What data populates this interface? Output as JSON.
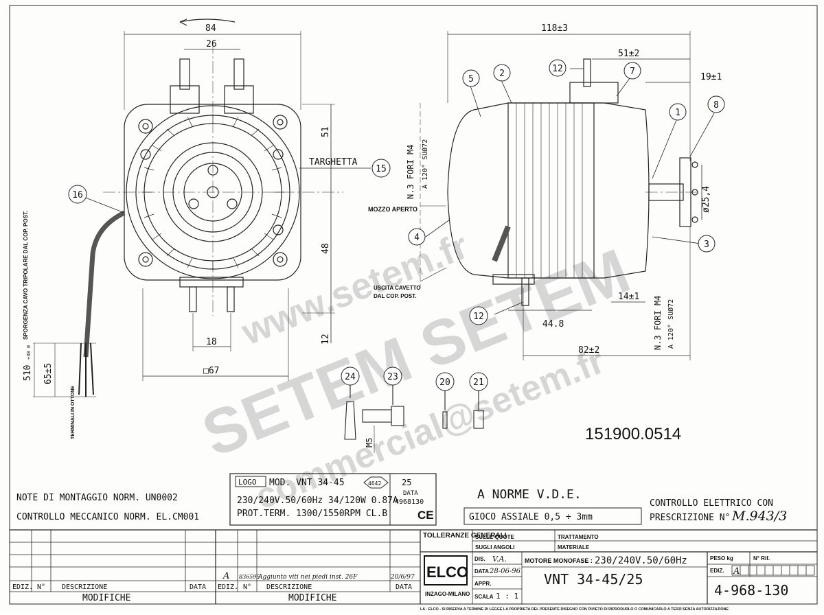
{
  "drawing_number": "151900.0514",
  "front_view": {
    "dim_width": "84",
    "dim_shaft_spacing": "26",
    "dim_upper": "51",
    "dim_lower": "48",
    "dim_foot": "12",
    "dim_foot_spacing": "18",
    "dim_square": "□67",
    "label_targhetta": "TARGHETTA",
    "cable_label": "SPORGENZA CAVO TRIPOLARE DAL COP. POST.",
    "dim_510": "510",
    "dim_510_tol": "+30 0",
    "dim_65": "65±5",
    "terminals_label": "TERMINALI IN OTTONE"
  },
  "side_view": {
    "dim_total": "118±3",
    "dim_51": "51±2",
    "dim_19": "19±1",
    "dim_25": "ø25,4",
    "dim_14": "14±1",
    "dim_44": "44.8",
    "dim_82": "82±2",
    "holes_top": "N.3 FORI M4",
    "holes_top_sub": "A 120° SUØ72",
    "holes_bottom": "N.3 FORI M4",
    "holes_bottom_sub": "A 120° SUØ72",
    "mozzo_label": "MOZZO APERTO",
    "uscita_label": "USCITA CAVETTO",
    "uscita_label2": "DAL COP. POST."
  },
  "balloons": {
    "b1": "1",
    "b2": "2",
    "b3": "3",
    "b4": "4",
    "b5": "5",
    "b7": "7",
    "b8": "8",
    "b12a": "12",
    "b12b": "12",
    "b15": "15",
    "b16": "16",
    "b20": "20",
    "b21": "21",
    "b23": "23",
    "b24": "24"
  },
  "parts": {
    "m5_label": "M5"
  },
  "notes": {
    "montaggio": "NOTE DI MONTAGGIO NORM. UN0002",
    "meccanico": "CONTROLLO MECCANICO NORM. EL.CM001"
  },
  "nameplate": {
    "logo": "LOGO",
    "line1": "MOD.  VNT 34-45",
    "badge": "4642",
    "line2": "230/240V.50/60Hz 34/120W 0.87A",
    "line3": "PROT.TERM. 1300/1550RPM CL.B",
    "code_top": "25",
    "code_mid": "DATA",
    "code_bottom": "4968130",
    "ce": "CE"
  },
  "norme": "A NORME V.D.E.",
  "gioco": "GIOCO ASSIALE  0,5 ÷ 3mm",
  "controllo_elettrico": "CONTROLLO ELETTRICO CON",
  "prescrizione_label": "PRESCRIZIONE N°",
  "prescrizione_value": "M.943/3",
  "modifiche": {
    "header_left": [
      "EDIZ.",
      "N°",
      "DESCRIZIONE",
      "DATA"
    ],
    "header_right": [
      "EDIZ.",
      "N°",
      "DESCRIZIONE",
      "DATA"
    ],
    "title": "MODIFICHE",
    "row_ediz": "A",
    "row_num": "836595",
    "row_desc": "Aggiunto viti nei piedi  inst. 26F",
    "row_date": "20/6/97"
  },
  "title_block": {
    "tolleranze": "TOLLERANZE GENERALI",
    "quote": "SULLE QUOTE",
    "angoli": "SUGLI ANGOLI",
    "trattamento": "TRATTAMENTO",
    "materiale": "MATERIALE",
    "company": "ELCO",
    "company_sub": "INZAGO-MILANO",
    "dis_label": "DIS.",
    "dis_value": "V.A.",
    "data_label": "DATA",
    "data_value": "28-06-96",
    "appr_label": "APPR.",
    "scala_label": "SCALA",
    "scala_value": "1 : 1",
    "motore_label": "MOTORE MONOFASE :",
    "motore_value": "230/240V.50/60Hz",
    "model": "VNT  34-45/25",
    "peso_label": "PESO kg",
    "rif_label": "N° Rif.",
    "ediz_label": "EDIZ.",
    "ediz_value": "A",
    "drawing_code": "4-968-130",
    "legal": "LA - ELCO - SI RISERVA A TERMINE DI LEGGE LA PROPRIETA DEL PRESENTE DISEGNO CON DIVIETO DI RIPRODURLO O COMUNICARLO A TERZI SENZA AUTORIZZAZIONE"
  },
  "watermark": {
    "line1": "www.setem.fr",
    "line2": "SETEM SETEM",
    "line3": "commercial@setem.fr"
  }
}
